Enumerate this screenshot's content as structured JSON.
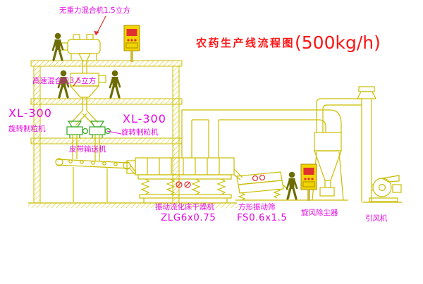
{
  "title": {
    "text_cn": "农药生产线流程图",
    "capacity": "(500kg/h)"
  },
  "equipment_labels": {
    "gravity_free_mixer": "无重力混合机1.5立方",
    "high_speed_mixer": "高速混合机3.5立方",
    "granulator_left_model": "XL-300",
    "granulator_left_name": "旋转制粒机",
    "granulator_center_model": "XL-300",
    "granulator_center_name": "旋转制粒机",
    "belt_conveyor": "皮带输送机",
    "fluid_bed_dryer_name": "振动流化床干燥机",
    "fluid_bed_dryer_model": "ZLG6x0.75",
    "vibrating_screen_name": "方形振动筛",
    "vibrating_screen_model": "FS0.6x1.5",
    "cyclone": "旋风除尘器",
    "fan": "引风机"
  },
  "colors": {
    "background": "#ffffff",
    "cad_line_yellow": "#c9bd00",
    "cad_line_green": "#35a520",
    "label_magenta": "#e607e6",
    "title_red": "#ff1414",
    "panel_yellow": "#f2d400",
    "alert_red": "#e23030",
    "figure_olive": "#6c6c00"
  }
}
